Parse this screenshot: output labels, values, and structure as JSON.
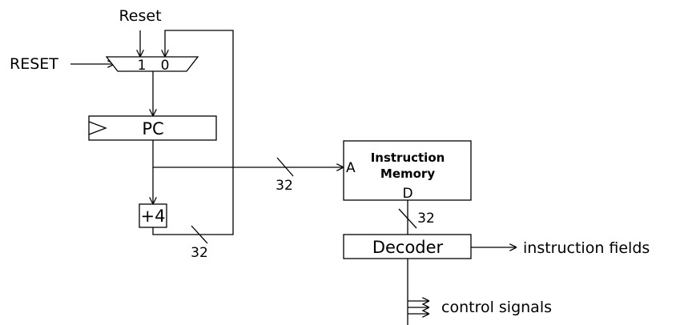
{
  "labels": {
    "reset_top": "Reset",
    "reset_input": "RESET",
    "mux_in_1": "1",
    "mux_in_0": "0",
    "pc": "PC",
    "plus4": "+4",
    "bus_width_pc": "32",
    "bus_width_loop": "32",
    "bus_width_decoder": "32",
    "imem_line1": "Instruction",
    "imem_line2": "Memory",
    "imem_addr_port": "A",
    "imem_data_port": "D",
    "decoder": "Decoder",
    "instruction_fields": "instruction fields",
    "control_signals": "control signals"
  }
}
